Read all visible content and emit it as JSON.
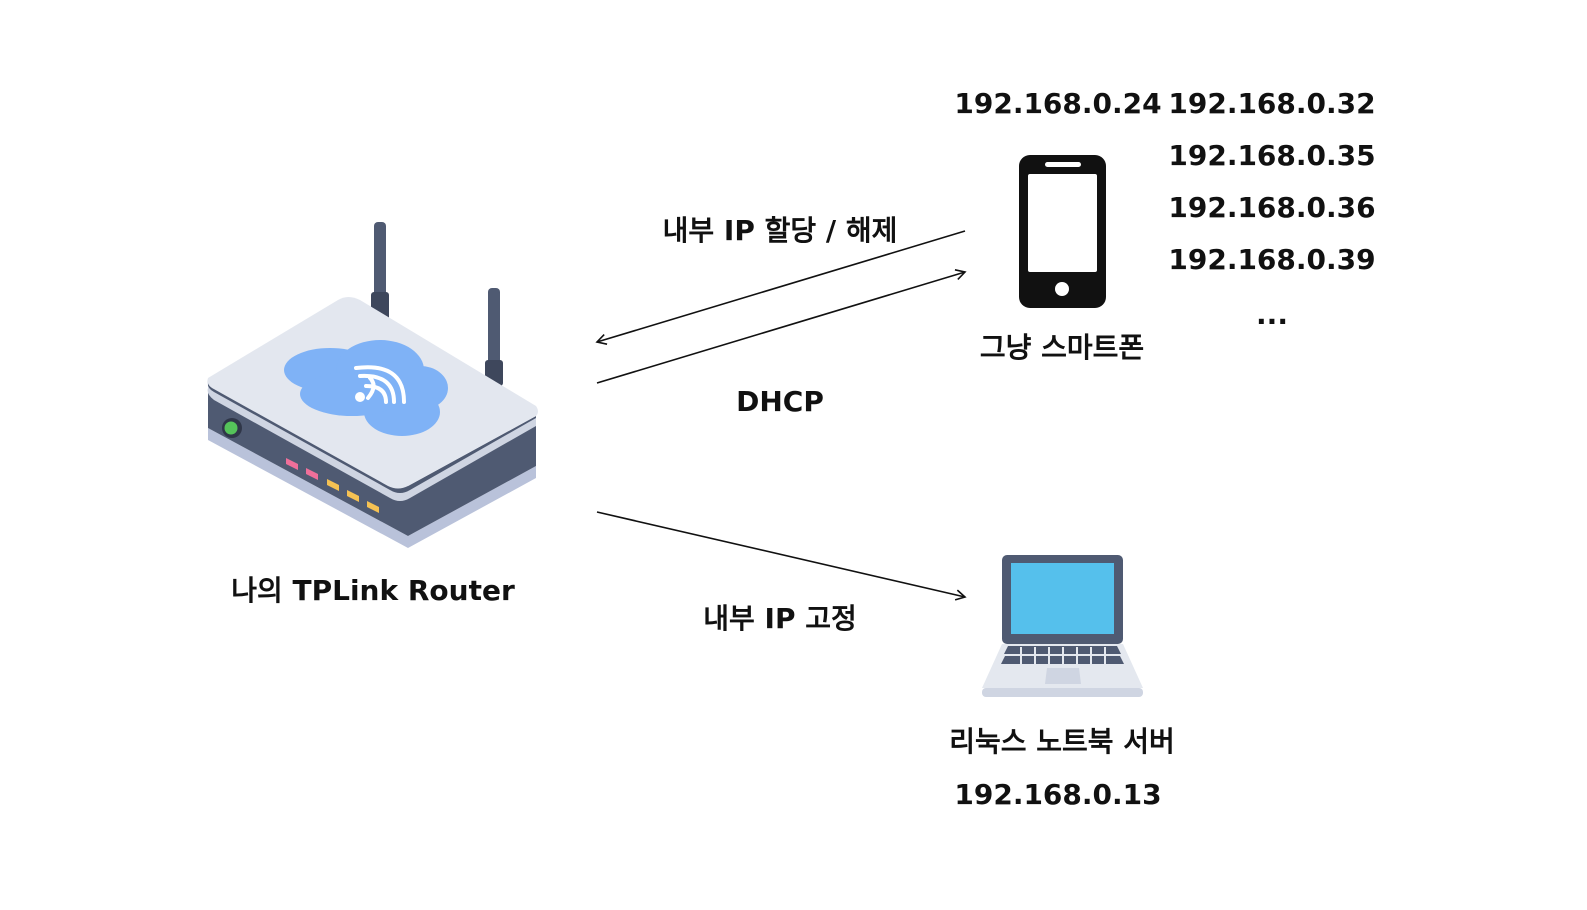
{
  "router": {
    "label": "나의 TPLink Router"
  },
  "smartphone": {
    "label": "그냥 스마트폰",
    "ip": "192.168.0.24",
    "other_ips": [
      "192.168.0.32",
      "192.168.0.35",
      "192.168.0.36",
      "192.168.0.39"
    ],
    "ellipsis": "..."
  },
  "laptop": {
    "label": "리눅스 노트북 서버",
    "ip": "192.168.0.13"
  },
  "edges": {
    "assign_release": "내부 IP 할당 / 해제",
    "dhcp": "DHCP",
    "static_ip": "내부 IP 고정"
  },
  "colors": {
    "router_top": "#e3e7ef",
    "router_side": "#4f5a72",
    "router_base": "#b9c2da",
    "cloud": "#7fb2f6",
    "laptop_screen": "#55c0ec",
    "device_dark": "#111111",
    "led_pink": "#f06f9a",
    "led_yellow": "#f6c253",
    "power_green": "#55c35a"
  }
}
